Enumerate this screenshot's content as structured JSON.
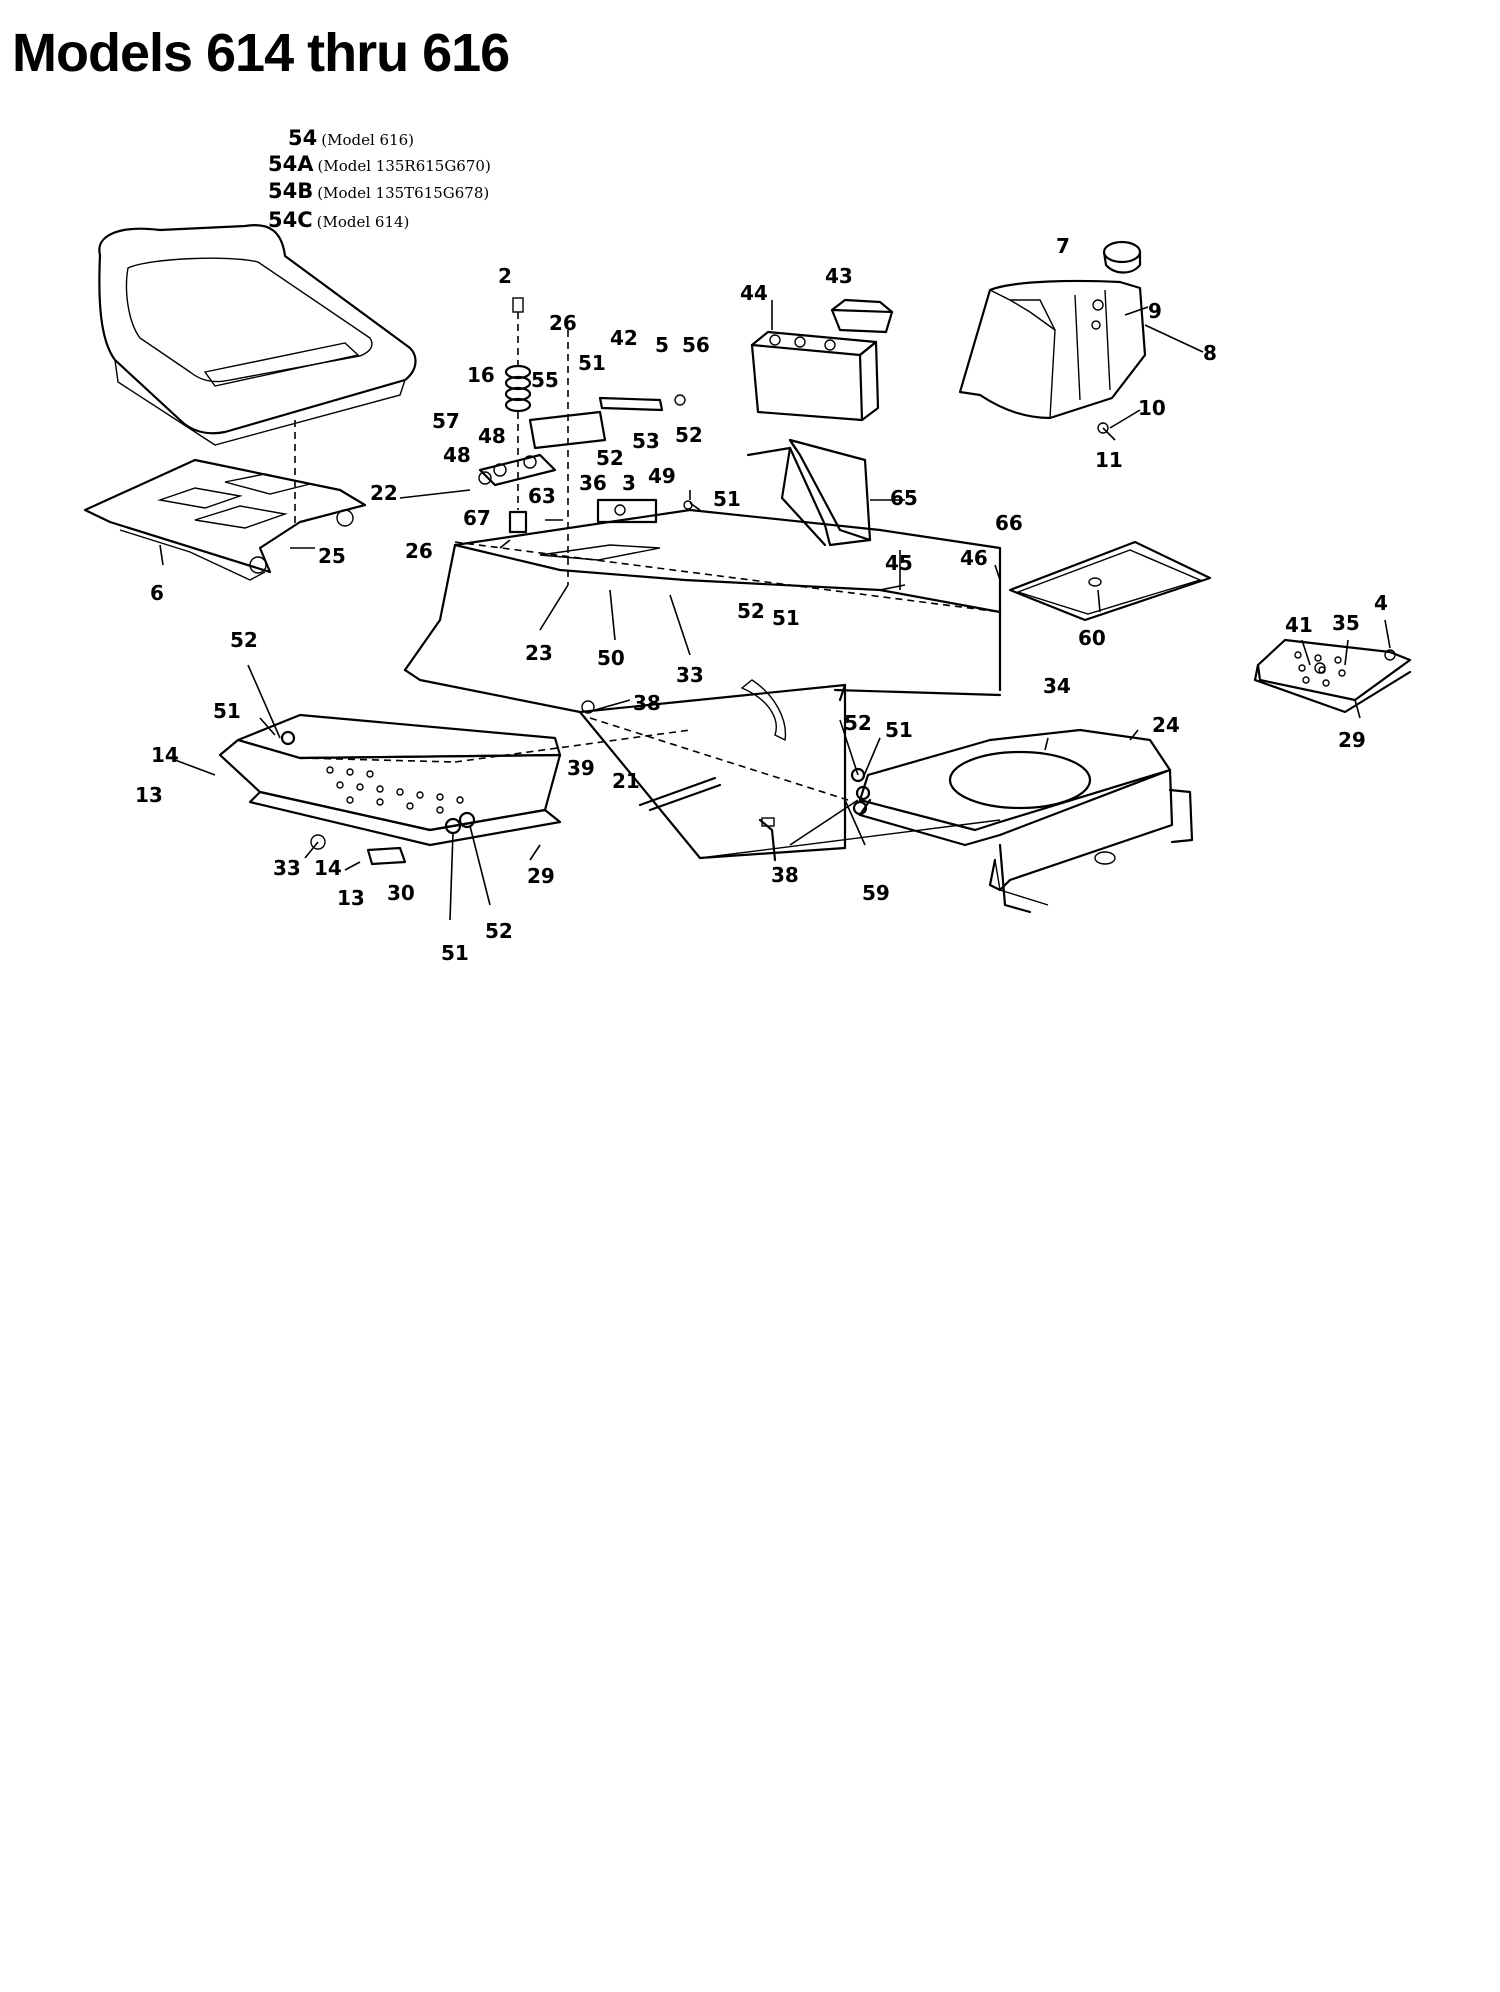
{
  "title": "Models 614 thru 616",
  "legend": [
    {
      "code": "54",
      "desc": "(Model 616)"
    },
    {
      "code": "54A",
      "desc": "(Model 135R615G670)"
    },
    {
      "code": "54B",
      "desc": "(Model 135T615G678)"
    },
    {
      "code": "54C",
      "desc": "(Model 614)"
    }
  ],
  "callouts": [
    "2",
    "43",
    "44",
    "7",
    "9",
    "8",
    "26",
    "42",
    "5",
    "56",
    "16",
    "55",
    "51",
    "10",
    "11",
    "57",
    "48",
    "53",
    "52",
    "48",
    "52",
    "36",
    "22",
    "63",
    "3",
    "49",
    "51",
    "65",
    "26",
    "67",
    "66",
    "46",
    "45",
    "23",
    "50",
    "52",
    "51",
    "6",
    "25",
    "33",
    "60",
    "4",
    "41",
    "35",
    "29",
    "52",
    "34",
    "51",
    "38",
    "24",
    "14",
    "13",
    "39",
    "21",
    "52",
    "51",
    "33",
    "14",
    "13",
    "30",
    "29",
    "38",
    "59",
    "51",
    "52"
  ]
}
